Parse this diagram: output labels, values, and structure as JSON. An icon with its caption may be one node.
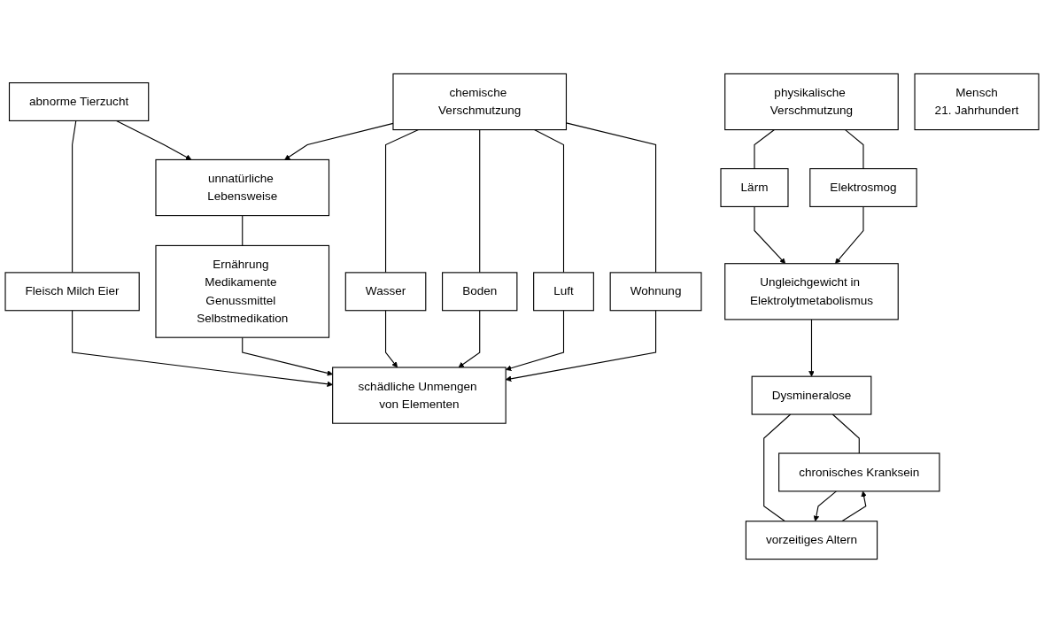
{
  "diagram": {
    "nodes": [
      {
        "text": [
          "physikalische Verschmutzung"
        ]
      },
      {
        "text": [
          "abnorme Tierzucht"
        ]
      },
      {
        "text": [
          "unnatürliche Lebensweise"
        ]
      },
      {
        "text": [
          "chemische Verschmutzung"
        ]
      },
      {
        "text": [
          "Lärm"
        ]
      },
      {
        "text": [
          "Elektrosmog"
        ]
      },
      {
        "text": [
          "Fleisch Milch Eier"
        ]
      },
      {
        "text": [
          "Ernährung Medikamente Genussmittel Selbstmedikation"
        ]
      },
      {
        "text": [
          "Wasser"
        ]
      },
      {
        "text": [
          "Boden"
        ]
      },
      {
        "text": [
          "Luft"
        ]
      },
      {
        "text": [
          "Wohnung"
        ]
      },
      {
        "text": [
          "schädliche Unmengen von Elementen"
        ]
      },
      {
        "text": [
          "Mensch",
          "21. Jahrhundert"
        ]
      },
      {
        "text": [
          "Ungleichgewicht in Elektrolytmetabolismus"
        ]
      },
      {
        "text": [
          "Dysmineralose"
        ]
      },
      {
        "text": [
          "chronisches Kranksein"
        ]
      },
      {
        "text": [
          "vorzeitiges Altern"
        ]
      }
    ],
    "edges": [
      {
        "from": 1,
        "to": 2,
        "arrow": "to"
      },
      {
        "from": 3,
        "to": 2,
        "arrow": "to"
      },
      {
        "from": 0,
        "to": 4,
        "arrow": "none"
      },
      {
        "from": 0,
        "to": 5,
        "arrow": "none"
      },
      {
        "from": 1,
        "to": 6,
        "arrow": "none"
      },
      {
        "from": 2,
        "to": 7,
        "arrow": "none"
      },
      {
        "from": 3,
        "to": 8,
        "arrow": "none"
      },
      {
        "from": 3,
        "to": 9,
        "arrow": "none"
      },
      {
        "from": 3,
        "to": 10,
        "arrow": "none"
      },
      {
        "from": 3,
        "to": 11,
        "arrow": "none"
      },
      {
        "from": 6,
        "to": 12,
        "arrow": "to"
      },
      {
        "from": 7,
        "to": 12,
        "arrow": "to"
      },
      {
        "from": 8,
        "to": 12,
        "arrow": "to"
      },
      {
        "from": 9,
        "to": 12,
        "arrow": "to"
      },
      {
        "from": 10,
        "to": 12,
        "arrow": "to"
      },
      {
        "from": 11,
        "to": 12,
        "arrow": "to"
      },
      {
        "from": 4,
        "to": 14,
        "arrow": "to"
      },
      {
        "from": 5,
        "to": 14,
        "arrow": "to"
      },
      {
        "from": 14,
        "to": 15,
        "arrow": "to"
      },
      {
        "from": 15,
        "to": 16,
        "arrow": "none"
      },
      {
        "from": 15,
        "to": 17,
        "arrow": "none"
      },
      {
        "from": 17,
        "to": 16,
        "arrow": "to"
      },
      {
        "from": 16,
        "to": 17,
        "arrow": "to"
      }
    ]
  }
}
